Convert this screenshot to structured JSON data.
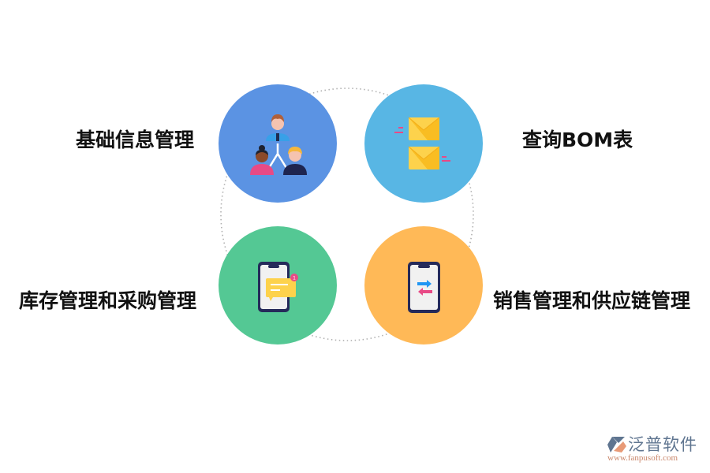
{
  "nodes": [
    {
      "id": "basic-info",
      "label": "基础信息管理",
      "color": "#5b93e3",
      "icon": "team-hierarchy-icon"
    },
    {
      "id": "bom-query",
      "label": "查询BOM表",
      "color": "#58b6e4",
      "icon": "envelopes-icon"
    },
    {
      "id": "inventory-purchase",
      "label": "库存管理和采购管理",
      "color": "#54c894",
      "icon": "phone-message-icon"
    },
    {
      "id": "sales-supply",
      "label": "销售管理和供应链管理",
      "color": "#ffb957",
      "icon": "phone-transfer-icon"
    }
  ],
  "connector": {
    "style": "dotted",
    "color": "#b5b5b5"
  },
  "logo": {
    "name": "泛普软件",
    "url": "www.fanpusoft.com",
    "colors": {
      "gray": "#5f7590",
      "orange": "#e89a77"
    }
  }
}
